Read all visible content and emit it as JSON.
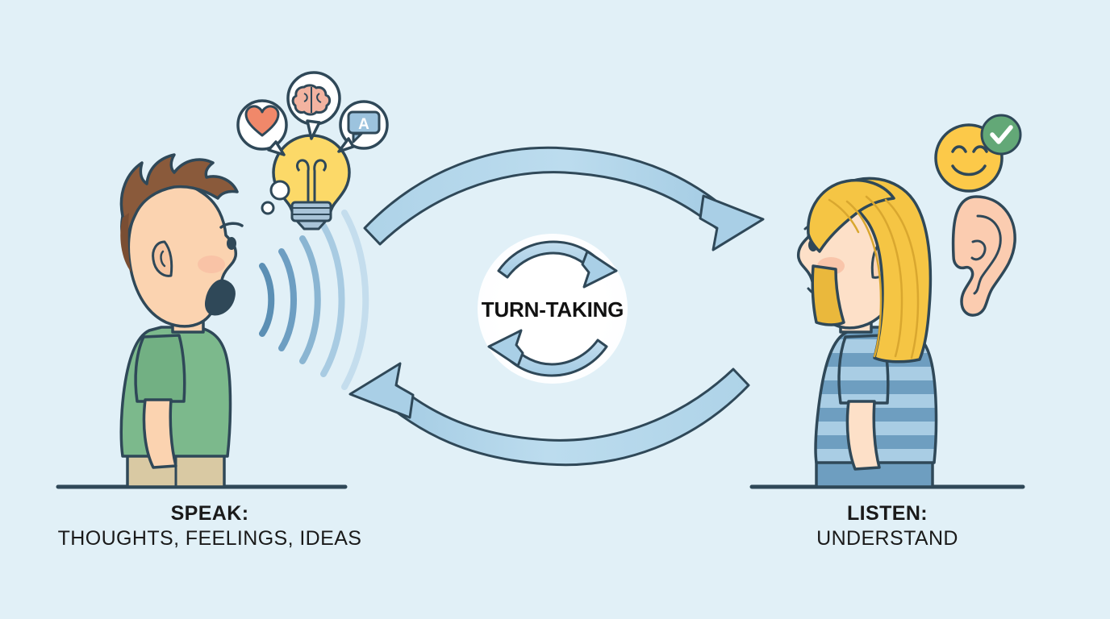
{
  "illustration": {
    "title": "Speak and Listen Turn-Taking Communication Diagram",
    "background_color": "#e1f0f7"
  },
  "center": {
    "badge_label": "TURN-TAKING",
    "badge_color": "#ffffff",
    "cycle_arrow_color": "#a9cfe6"
  },
  "left_person": {
    "role": "speaker",
    "hair_color": "#8a5a3b",
    "shirt_color": "#7cb98c",
    "pants_color": "#d9c9a3",
    "skin_color": "#fbd3b0",
    "caption_head": "SPEAK:",
    "caption_sub": "THOUGHTS, FEELINGS, IDEAS",
    "sound_wave_colors": [
      "#5b8fb4",
      "#6d9ec2",
      "#8ab5d2",
      "#a8cbe2",
      "#c4dded"
    ],
    "thought_icons": [
      {
        "name": "heart-bubble",
        "glyph": "heart",
        "color": "#f0886a"
      },
      {
        "name": "brain-bubble",
        "glyph": "brain",
        "color": "#f3b3a0"
      },
      {
        "name": "letter-a-bubble",
        "glyph": "A",
        "color": "#9cc3de"
      },
      {
        "name": "lightbulb",
        "glyph": "bulb",
        "color": "#fcd968"
      }
    ]
  },
  "right_person": {
    "role": "listener",
    "hair_color": "#f5c544",
    "shirt_stripe_dark": "#6e9ec0",
    "shirt_stripe_light": "#a9cde4",
    "skin_color": "#fde0c8",
    "caption_head": "LISTEN:",
    "caption_sub": "UNDERSTAND",
    "listen_icons": [
      {
        "name": "smiley-face",
        "color": "#fcc949"
      },
      {
        "name": "check-badge",
        "color": "#63a877"
      },
      {
        "name": "ear",
        "color": "#fbccb0"
      }
    ]
  },
  "arrows": {
    "top": {
      "name": "arrow-speak-to-listen",
      "direction": "left-to-right",
      "color": "#a9cfe6"
    },
    "bottom": {
      "name": "arrow-listen-to-speak",
      "direction": "right-to-left",
      "color": "#a9cfe6"
    }
  },
  "ground": {
    "color": "#2f4858"
  }
}
